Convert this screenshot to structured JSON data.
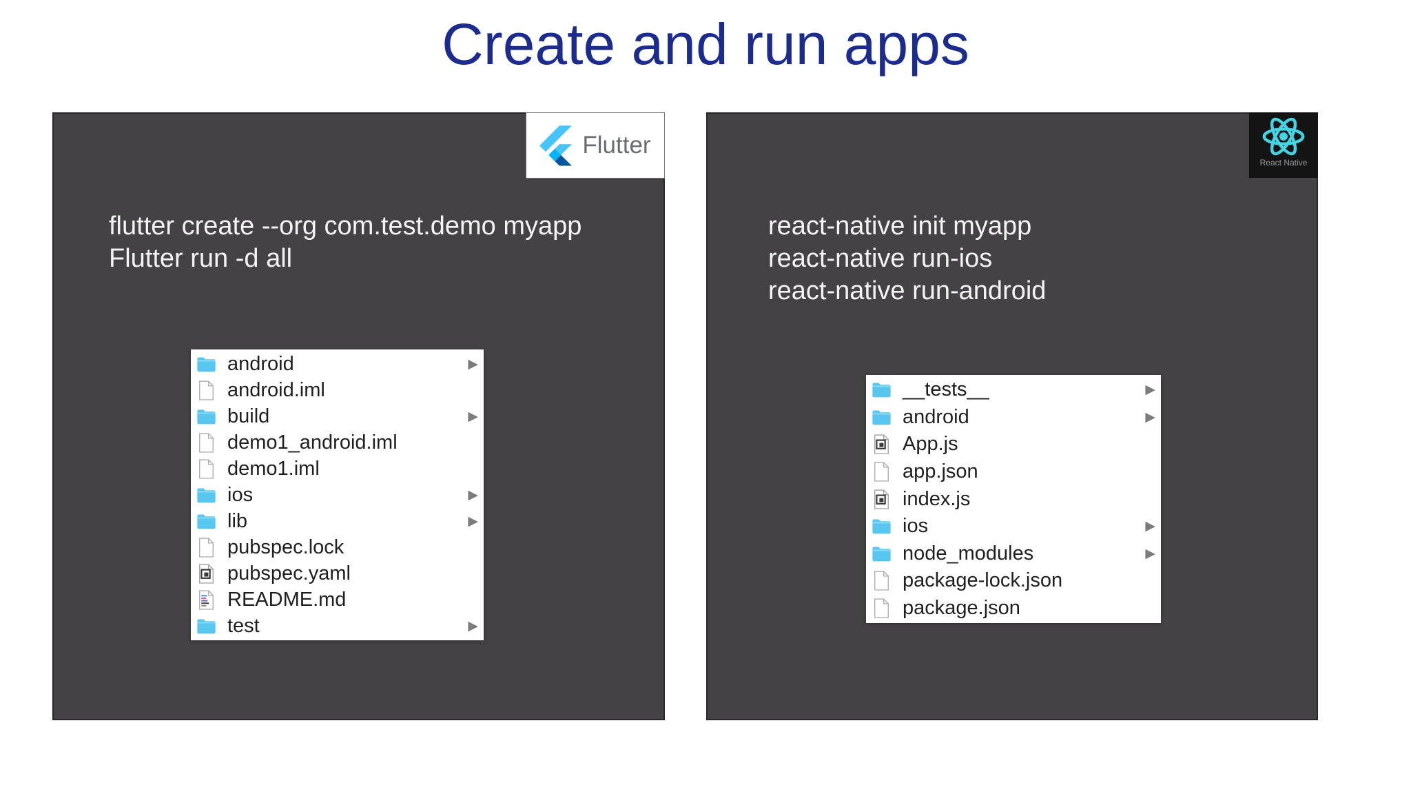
{
  "title": "Create and run apps",
  "colors": {
    "title_blue": "#1b2b8e",
    "panel_bg": "#454245",
    "folder_blue": "#59c6f0",
    "flutter_light_blue": "#47C5FB",
    "flutter_dark_blue": "#00569E",
    "react_cyan": "#44d4e4"
  },
  "left_panel": {
    "logo": {
      "label": "Flutter"
    },
    "commands": [
      "flutter create --org com.test.demo myapp",
      "Flutter run -d all"
    ],
    "files": [
      {
        "name": "android",
        "icon": "folder",
        "arrow": "▶"
      },
      {
        "name": "android.iml",
        "icon": "doc",
        "arrow": ""
      },
      {
        "name": "build",
        "icon": "folder",
        "arrow": "▶"
      },
      {
        "name": "demo1_android.iml",
        "icon": "doc",
        "arrow": ""
      },
      {
        "name": "demo1.iml",
        "icon": "doc",
        "arrow": ""
      },
      {
        "name": "ios",
        "icon": "folder",
        "arrow": "▶"
      },
      {
        "name": "lib",
        "icon": "folder",
        "arrow": "▶"
      },
      {
        "name": "pubspec.lock",
        "icon": "doc",
        "arrow": ""
      },
      {
        "name": "pubspec.yaml",
        "icon": "code",
        "arrow": ""
      },
      {
        "name": "README.md",
        "icon": "readme",
        "arrow": ""
      },
      {
        "name": "test",
        "icon": "folder",
        "arrow": "▶"
      }
    ]
  },
  "right_panel": {
    "logo": {
      "label": "React Native"
    },
    "commands": [
      "react-native init myapp",
      "react-native run-ios",
      "react-native run-android"
    ],
    "files": [
      {
        "name": "__tests__",
        "icon": "folder",
        "arrow": "▶"
      },
      {
        "name": "android",
        "icon": "folder",
        "arrow": "▶"
      },
      {
        "name": "App.js",
        "icon": "code",
        "arrow": ""
      },
      {
        "name": "app.json",
        "icon": "doc",
        "arrow": ""
      },
      {
        "name": "index.js",
        "icon": "code",
        "arrow": ""
      },
      {
        "name": "ios",
        "icon": "folder",
        "arrow": "▶"
      },
      {
        "name": "node_modules",
        "icon": "folder",
        "arrow": "▶"
      },
      {
        "name": "package-lock.json",
        "icon": "doc",
        "arrow": ""
      },
      {
        "name": "package.json",
        "icon": "doc",
        "arrow": ""
      }
    ]
  }
}
